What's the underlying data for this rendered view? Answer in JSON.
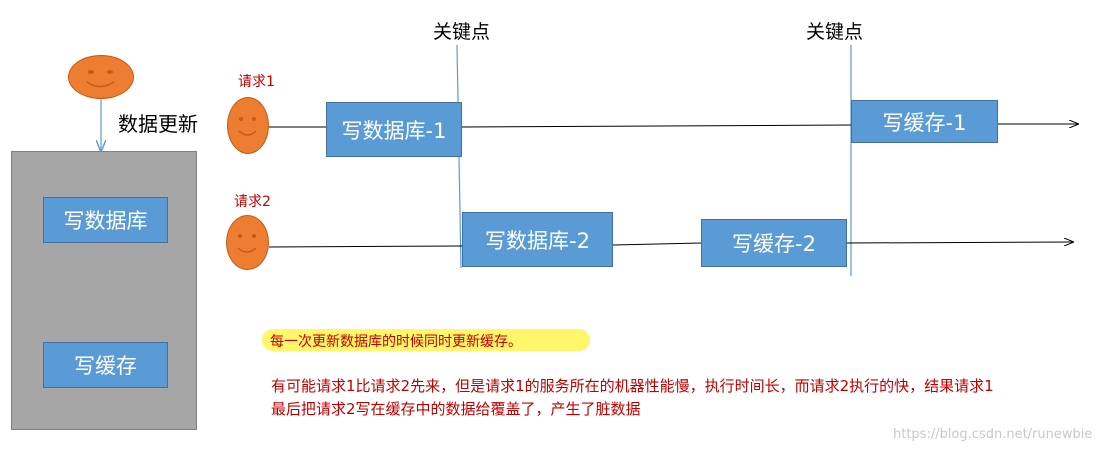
{
  "colors": {
    "face": "#ED7D31",
    "box_fill": "#5B9BD5",
    "box_border": "#41719C",
    "server_fill": "#A6A6A6",
    "highlight": "#FFF44F",
    "note_text": "#C00000",
    "line": "#000000",
    "marker_line": "#5B9BD5"
  },
  "server": {
    "trigger_label": "数据更新",
    "write_db_label": "写数据库",
    "write_cache_label": "写缓存"
  },
  "key_points": [
    "关键点",
    "关键点"
  ],
  "request1": {
    "label": "请求1",
    "write_db": "写数据库-1",
    "write_cache": "写缓存-1"
  },
  "request2": {
    "label": "请求2",
    "write_db": "写数据库-2",
    "write_cache": "写缓存-2"
  },
  "notes": {
    "highlight": "每一次更新数据库的时候同时更新缓存。",
    "line1": "有可能请求1比请求2先来，但是请求1的服务所在的机器性能慢，执行时间长，而请求2执行的快，结果请求1",
    "line2": "最后把请求2写在缓存中的数据给覆盖了，产生了脏数据"
  },
  "watermark": "https://blog.csdn.net/runewbie"
}
